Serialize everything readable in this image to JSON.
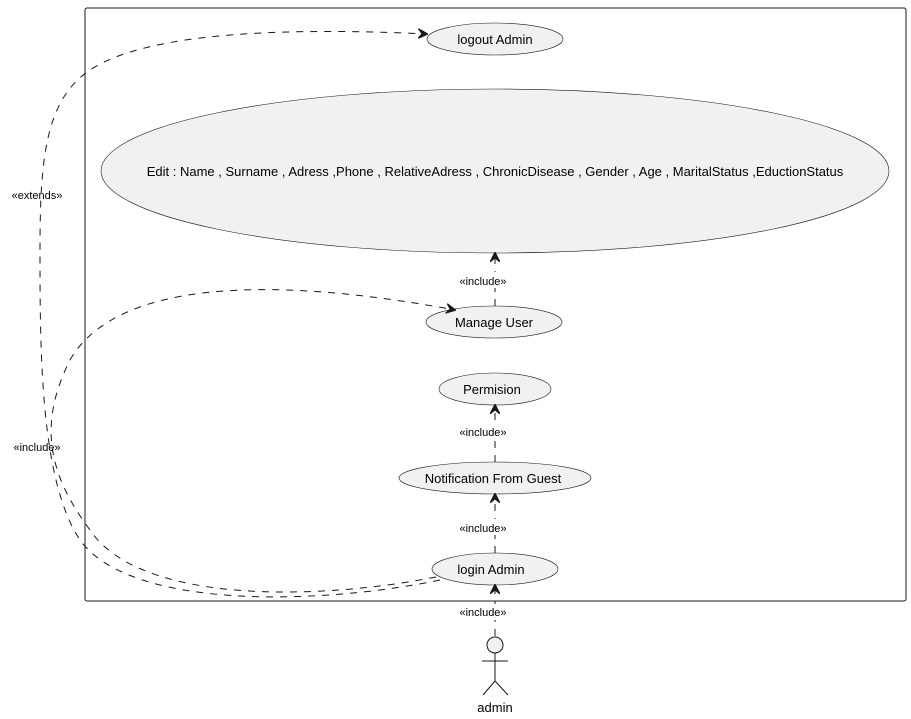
{
  "actor": {
    "name": "admin"
  },
  "use_cases": {
    "logout": "logout Admin",
    "edit": "Edit : Name , Surname , Adress ,Phone , RelativeAdress , ChronicDisease , Gender , Age , MaritalStatus ,EductionStatus",
    "manage_user": "Manage User",
    "permision": "Permision",
    "notification": "Notification From Guest",
    "login": "login Admin"
  },
  "relations": {
    "extends_label": "«extends»",
    "include_label": "«include»"
  }
}
